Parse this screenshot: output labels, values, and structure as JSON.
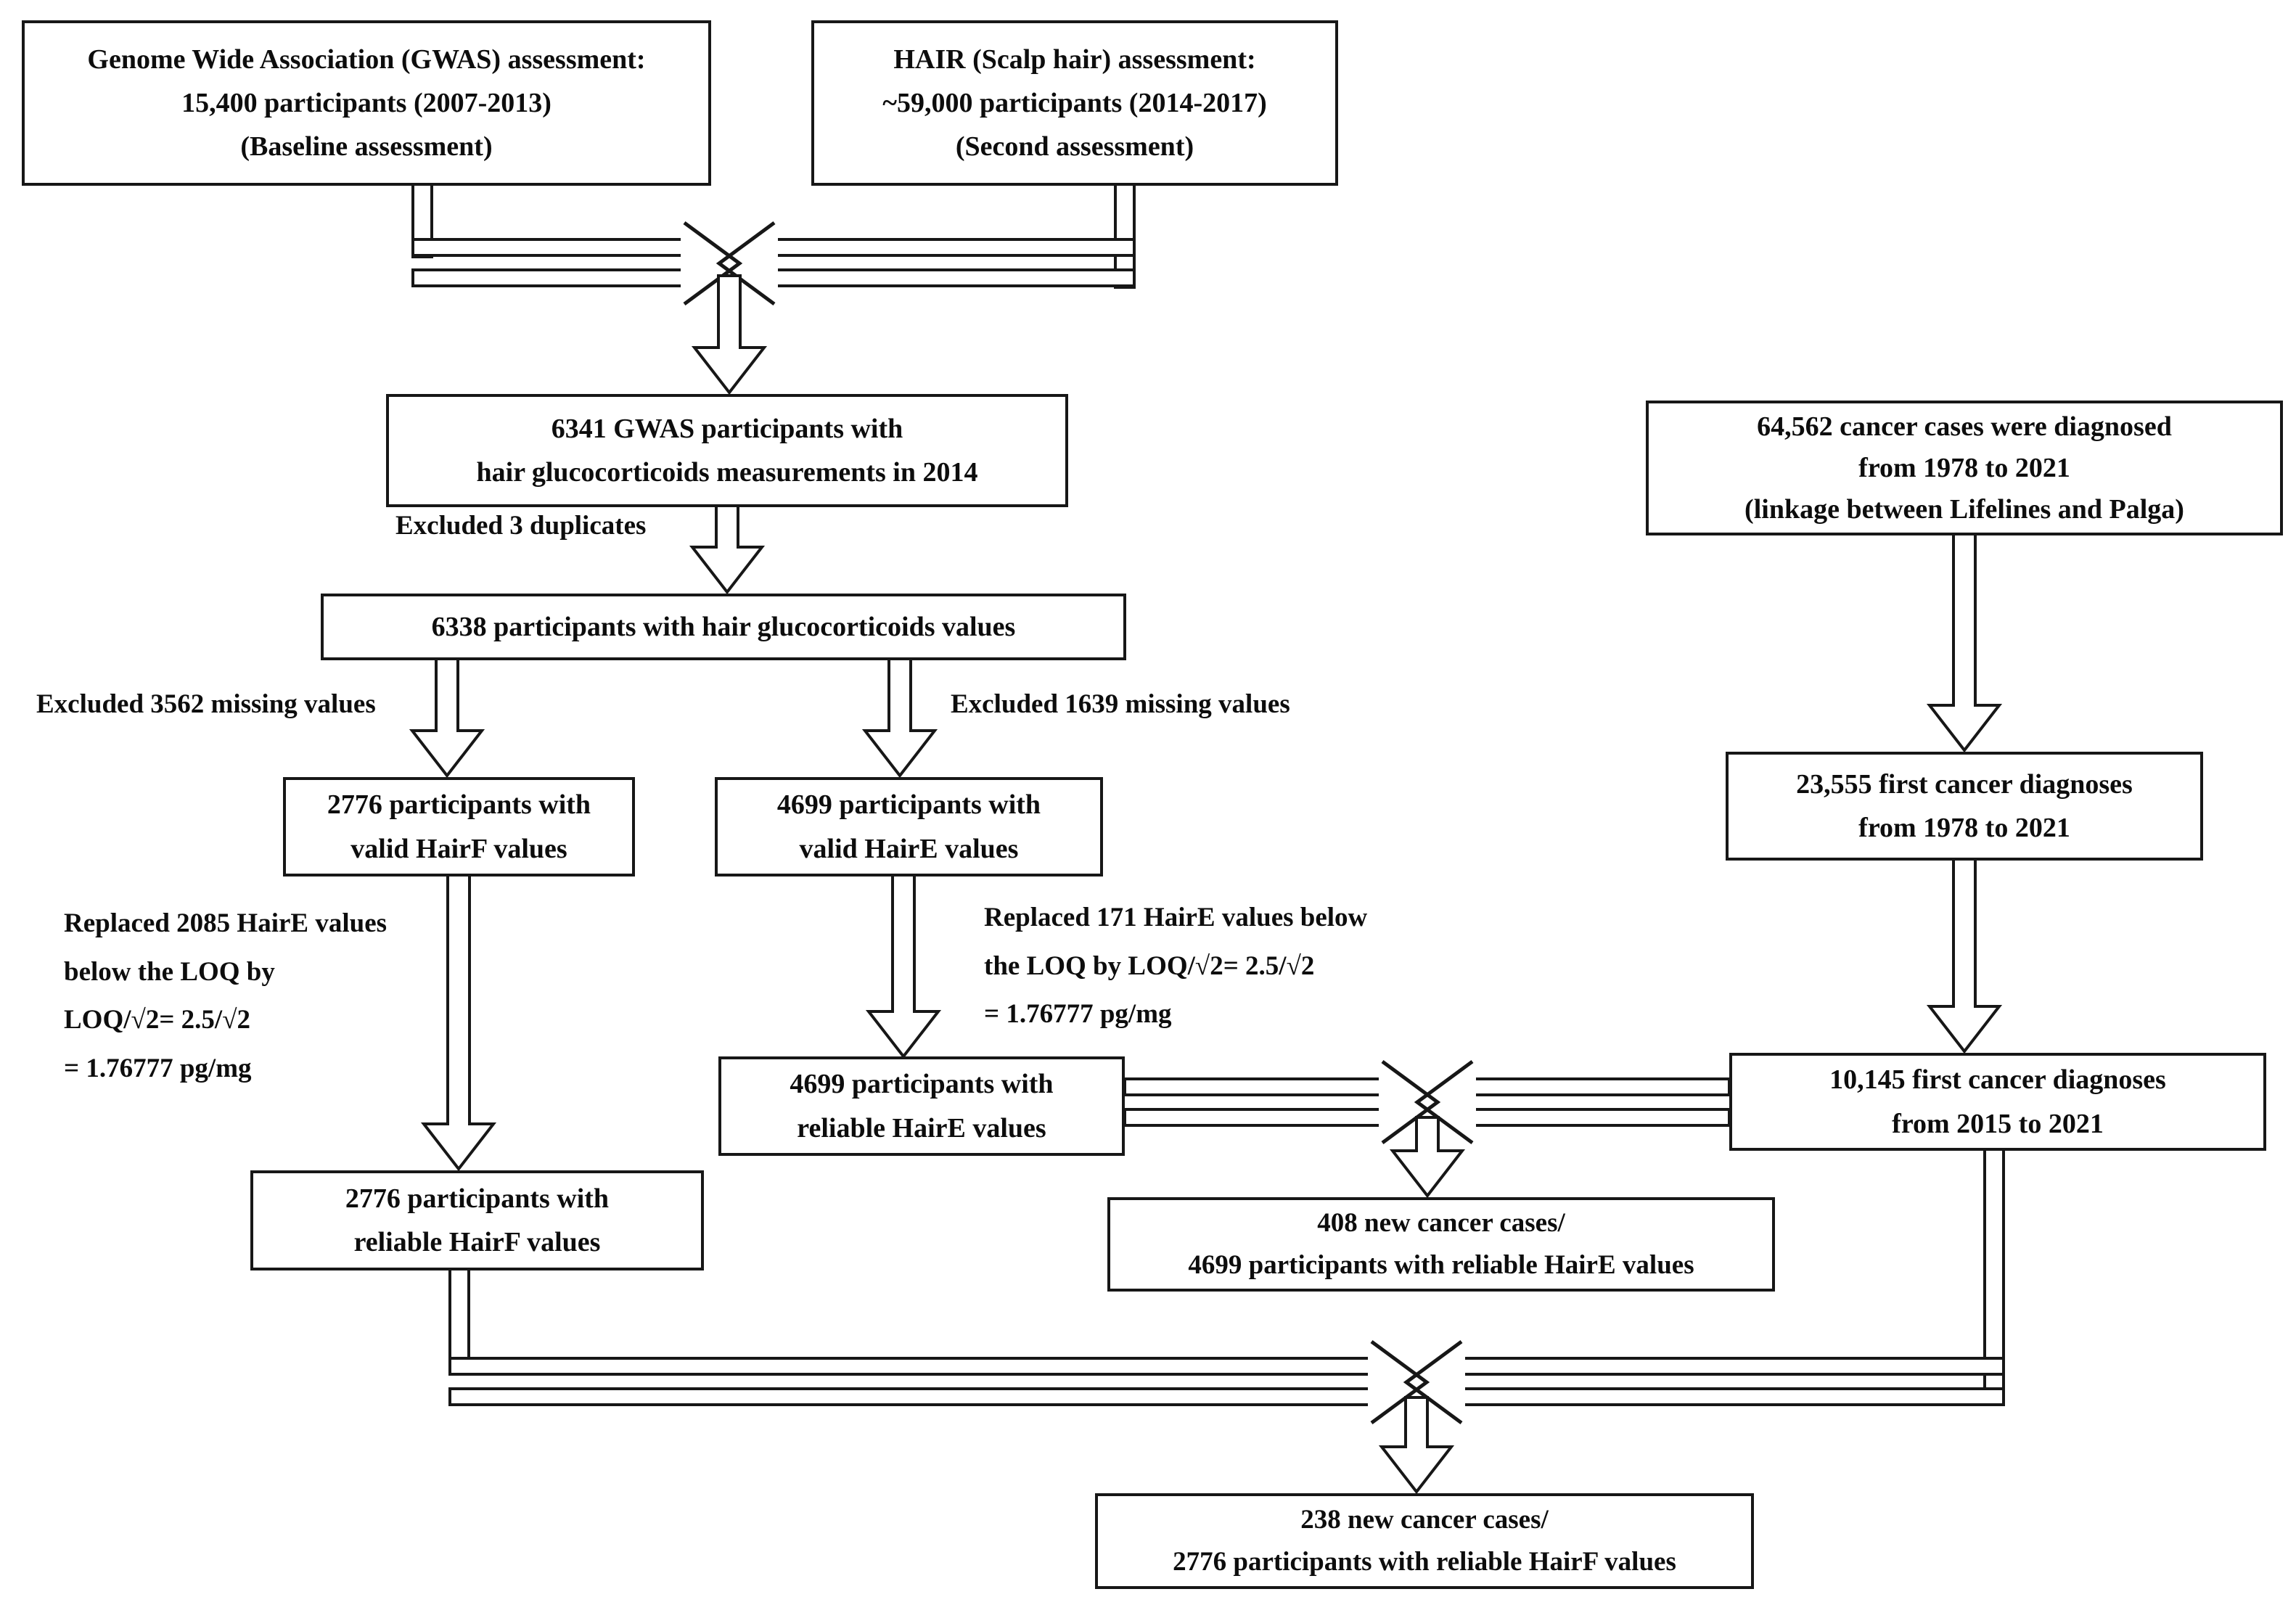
{
  "figure": {
    "type": "flowchart",
    "description": "Participant selection flow diagram linking hair glucocorticoid measurements with cancer diagnoses"
  },
  "colors": {
    "ink": "#0d0d0d",
    "box_border": "#171717",
    "background": "#ffffff"
  },
  "boxes": {
    "gwas": {
      "l1": "Genome Wide Association (GWAS) assessment:",
      "l2": "15,400 participants (2007-2013)",
      "l3": "(Baseline assessment)"
    },
    "hair": {
      "l1": "HAIR (Scalp hair) assessment:",
      "l2": "~59,000 participants (2014-2017)",
      "l3": "(Second assessment)"
    },
    "merged6341": {
      "l1": "6341 GWAS participants with",
      "l2": "hair glucocorticoids measurements in 2014"
    },
    "p6338": {
      "l1": "6338 participants with hair glucocorticoids values"
    },
    "validf": {
      "l1": "2776 participants with",
      "l2": "valid HairF values"
    },
    "valide": {
      "l1": "4699 participants with",
      "l2": "valid HairE values"
    },
    "reliablee": {
      "l1": "4699 participants with",
      "l2": "reliable HairE values"
    },
    "reliablef": {
      "l1": "2776 participants with",
      "l2": "reliable HairF values"
    },
    "cancer64562": {
      "l1": "64,562 cancer cases were diagnosed",
      "l2": "from 1978 to 2021",
      "l3": "(linkage between Lifelines and Palga)"
    },
    "cancer23555": {
      "l1": "23,555 first cancer diagnoses",
      "l2": "from 1978 to 2021"
    },
    "cancer10145": {
      "l1": "10,145 first cancer diagnoses",
      "l2": "from 2015 to 2021"
    },
    "newcasese": {
      "l1": "408 new cancer cases/",
      "l2": "4699 participants with reliable HairE values"
    },
    "newcasesf": {
      "l1": "238 new cancer cases/",
      "l2": "2776 participants with reliable HairF values"
    }
  },
  "labels": {
    "excl_dup": {
      "l1": "Excluded 3 duplicates"
    },
    "excl_3562": {
      "l1": "Excluded 3562 missing values"
    },
    "excl_1639": {
      "l1": "Excluded 1639 missing values"
    },
    "repl_2085": {
      "l1": "Replaced 2085 HairE values",
      "l2": "below the LOQ by",
      "l3": "LOQ/√2= 2.5/√2",
      "l4": "= 1.76777 pg/mg"
    },
    "repl_171": {
      "l1": "Replaced 171 HairE values below",
      "l2": "the LOQ by  LOQ/√2= 2.5/√2",
      "l3": "= 1.76777 pg/mg"
    }
  }
}
